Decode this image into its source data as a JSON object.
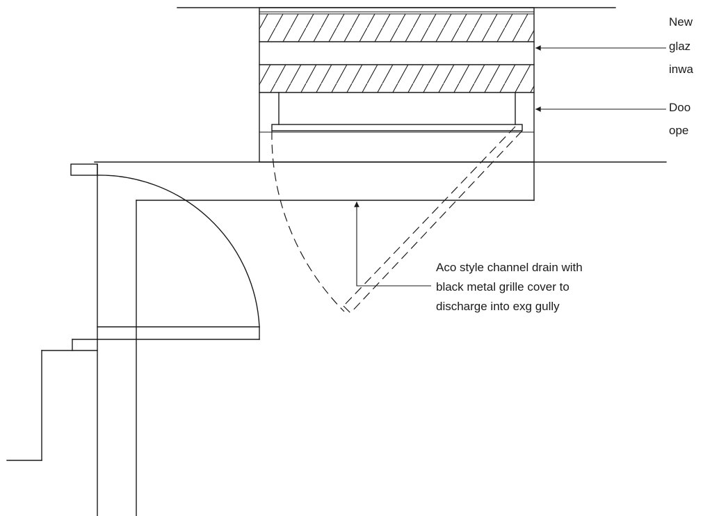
{
  "annotations": {
    "window_note": {
      "lines": [
        "New",
        "glaz",
        "inwa"
      ]
    },
    "door_note": {
      "lines": [
        "Doo",
        "ope"
      ]
    },
    "drain_note": {
      "lines": [
        "Aco style channel drain with",
        "black metal grille cover to",
        "discharge into exg gully"
      ]
    }
  },
  "colors": {
    "line": "#1a1a1a",
    "background": "#ffffff"
  }
}
